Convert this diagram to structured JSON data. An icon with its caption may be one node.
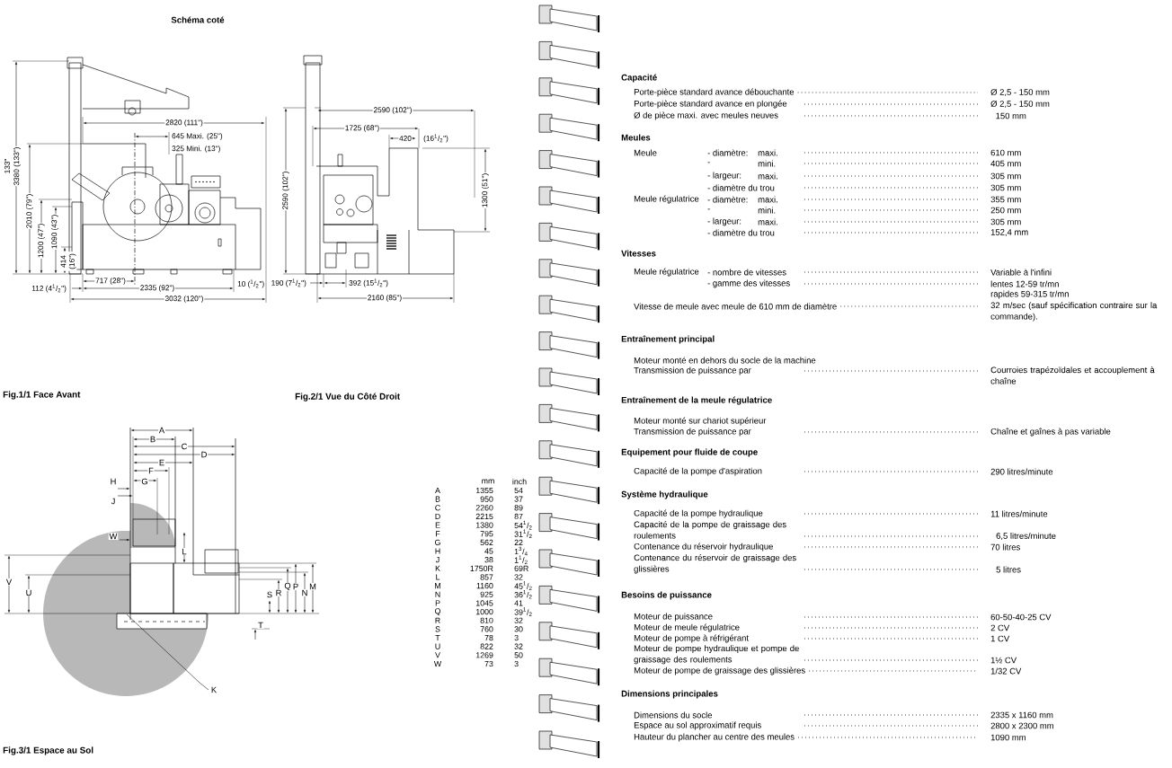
{
  "diagram": {
    "title": "Schéma coté",
    "labels": [
      "133\"",
      "3380 (133\")",
      "2010 (79\")",
      "1200 (47\")",
      "1090 (43\")",
      "414 (16\")",
      "2820 (111\")",
      "645 Maxi. (25\")",
      "325 Mini. (13\")",
      "112 (4$^{1}$/$_{2}$\")",
      "717 (28\")",
      "2335 (92\")",
      "10 ($^{1}$/$_{2}$\")",
      "3032 (120\")",
      "Fig.1/1 Face Avant",
      "2590 (102\")",
      "1725 (68\")",
      "420",
      "(16$^{1}$/$_{2}$\")",
      "2590 (102\")",
      "1300 (51\")",
      "190 (7$^{1}$/$_{2}$\")",
      "392 (15$^{1}$/$_{2}$\")",
      "2160 (85\")",
      "Fig.2/1 Vue du Côté Droit",
      "A",
      "B",
      "C",
      "D",
      "E",
      "F",
      "H",
      "G",
      "J",
      "W",
      "L",
      "V",
      "U",
      "S",
      "R",
      "Q",
      "P",
      "N",
      "M",
      "T",
      "K",
      "Fig.3/1 Espace au Sol",
      "mm",
      "inch",
      "A",
      "1355",
      "54",
      "B",
      "950",
      "37",
      "C",
      "2260",
      "89",
      "D",
      "2215",
      "87",
      "E",
      "1380",
      "54$^{1}$/$_{2}$",
      "F",
      "795",
      "31$^{1}$/$_{2}$",
      "G",
      "562",
      "22",
      "H",
      "45",
      "1$^{3}$/$_{4}$",
      "J",
      "38",
      "1$^{1}$/$_{2}$",
      "K",
      "1750R",
      "69R",
      "L",
      "857",
      "32",
      "M",
      "1160",
      "45$^{1}$/$_{2}$",
      "N",
      "925",
      "36$^{1}$/$_{2}$",
      "P",
      "1045",
      "41",
      "Q",
      "1000",
      "39$^{1}$/$_{2}$",
      "R",
      "810",
      "32",
      "S",
      "760",
      "30",
      "T",
      "78",
      "3",
      "U",
      "822",
      "32",
      "V",
      "1269",
      "50",
      "W",
      "73",
      "3",
      "Capacité",
      "Porte-pièce standard avance débouchante",
      "Ø 2,5 - 150 mm",
      "Porte-pièce standard avance en plongée",
      "Ø 2,5 - 150 mm",
      "Ø de pièce maxi. avec meules neuves",
      "150 mm",
      "Meules",
      "Meule",
      "- diamètre:",
      "maxi.",
      "610 mm",
      "-",
      "mini.",
      "405 mm",
      "- largeur:",
      "maxi.",
      "305 mm",
      "- diamètre du trou",
      "305 mm",
      "Meule régulatrice",
      "- diamètre:",
      "maxi.",
      "355 mm",
      "-",
      "mini.",
      "250 mm",
      "- largeur:",
      "maxi.",
      "305 mm",
      "- diamètre du trou",
      "152,4 mm",
      "Vitesses",
      "Meule régulatrice",
      "- nombre de vitesses",
      "Variable à l'infini",
      "- gamme des vitesses",
      "lentes 12-59 tr/mn",
      "rapides 59-315 tr/mn",
      "Vitesse de meule avec meule de 610 mm de diamètre",
      "32 m/sec (sauf spécification contraire sur la commande).",
      "Entraînement principal",
      "Moteur monté en dehors du socle de la machine",
      "Transmission de puissance par",
      "Courroies trapézoïdales et accouplement à chaîne",
      "Entraînement de la meule régulatrice",
      "Moteur monté sur chariot supérieur",
      "Transmission de puissance par",
      "Chaîne et gaînes à pas variable",
      "Equipement pour fluide de coupe",
      "Capacité de la pompe d'aspiration",
      "290 litres/minute",
      "Système hydraulique",
      "Capacité de la pompe hydraulique",
      "11 litres/minute",
      "Capacité de la pompe de graissage des roulements",
      "6,5 litres/minute",
      "Contenance du réservoir hydraulique",
      "70 litres",
      "Contenance du réservoir de graissage des glissières",
      "5 litres",
      "Besoins de puissance",
      "Moteur de puissance",
      "60-50-40-25 CV",
      "Moteur de meule régulatrice",
      "2 CV",
      "Moteur de pompe à réfrigérant",
      "1 CV",
      "Moteur de pompe hydraulique et pompe de graissage des roulements",
      "1½ CV",
      "Moteur de pompe de graissage des glissières",
      "1/32 CV",
      "Dimensions principales",
      "Dimensions du socle",
      "2335 x 1160 mm",
      "Espace au sol approximatif requis",
      "2800 x 2300 mm",
      "Hauteur du plancher au centre des meules",
      "1090 mm"
    ]
  }
}
